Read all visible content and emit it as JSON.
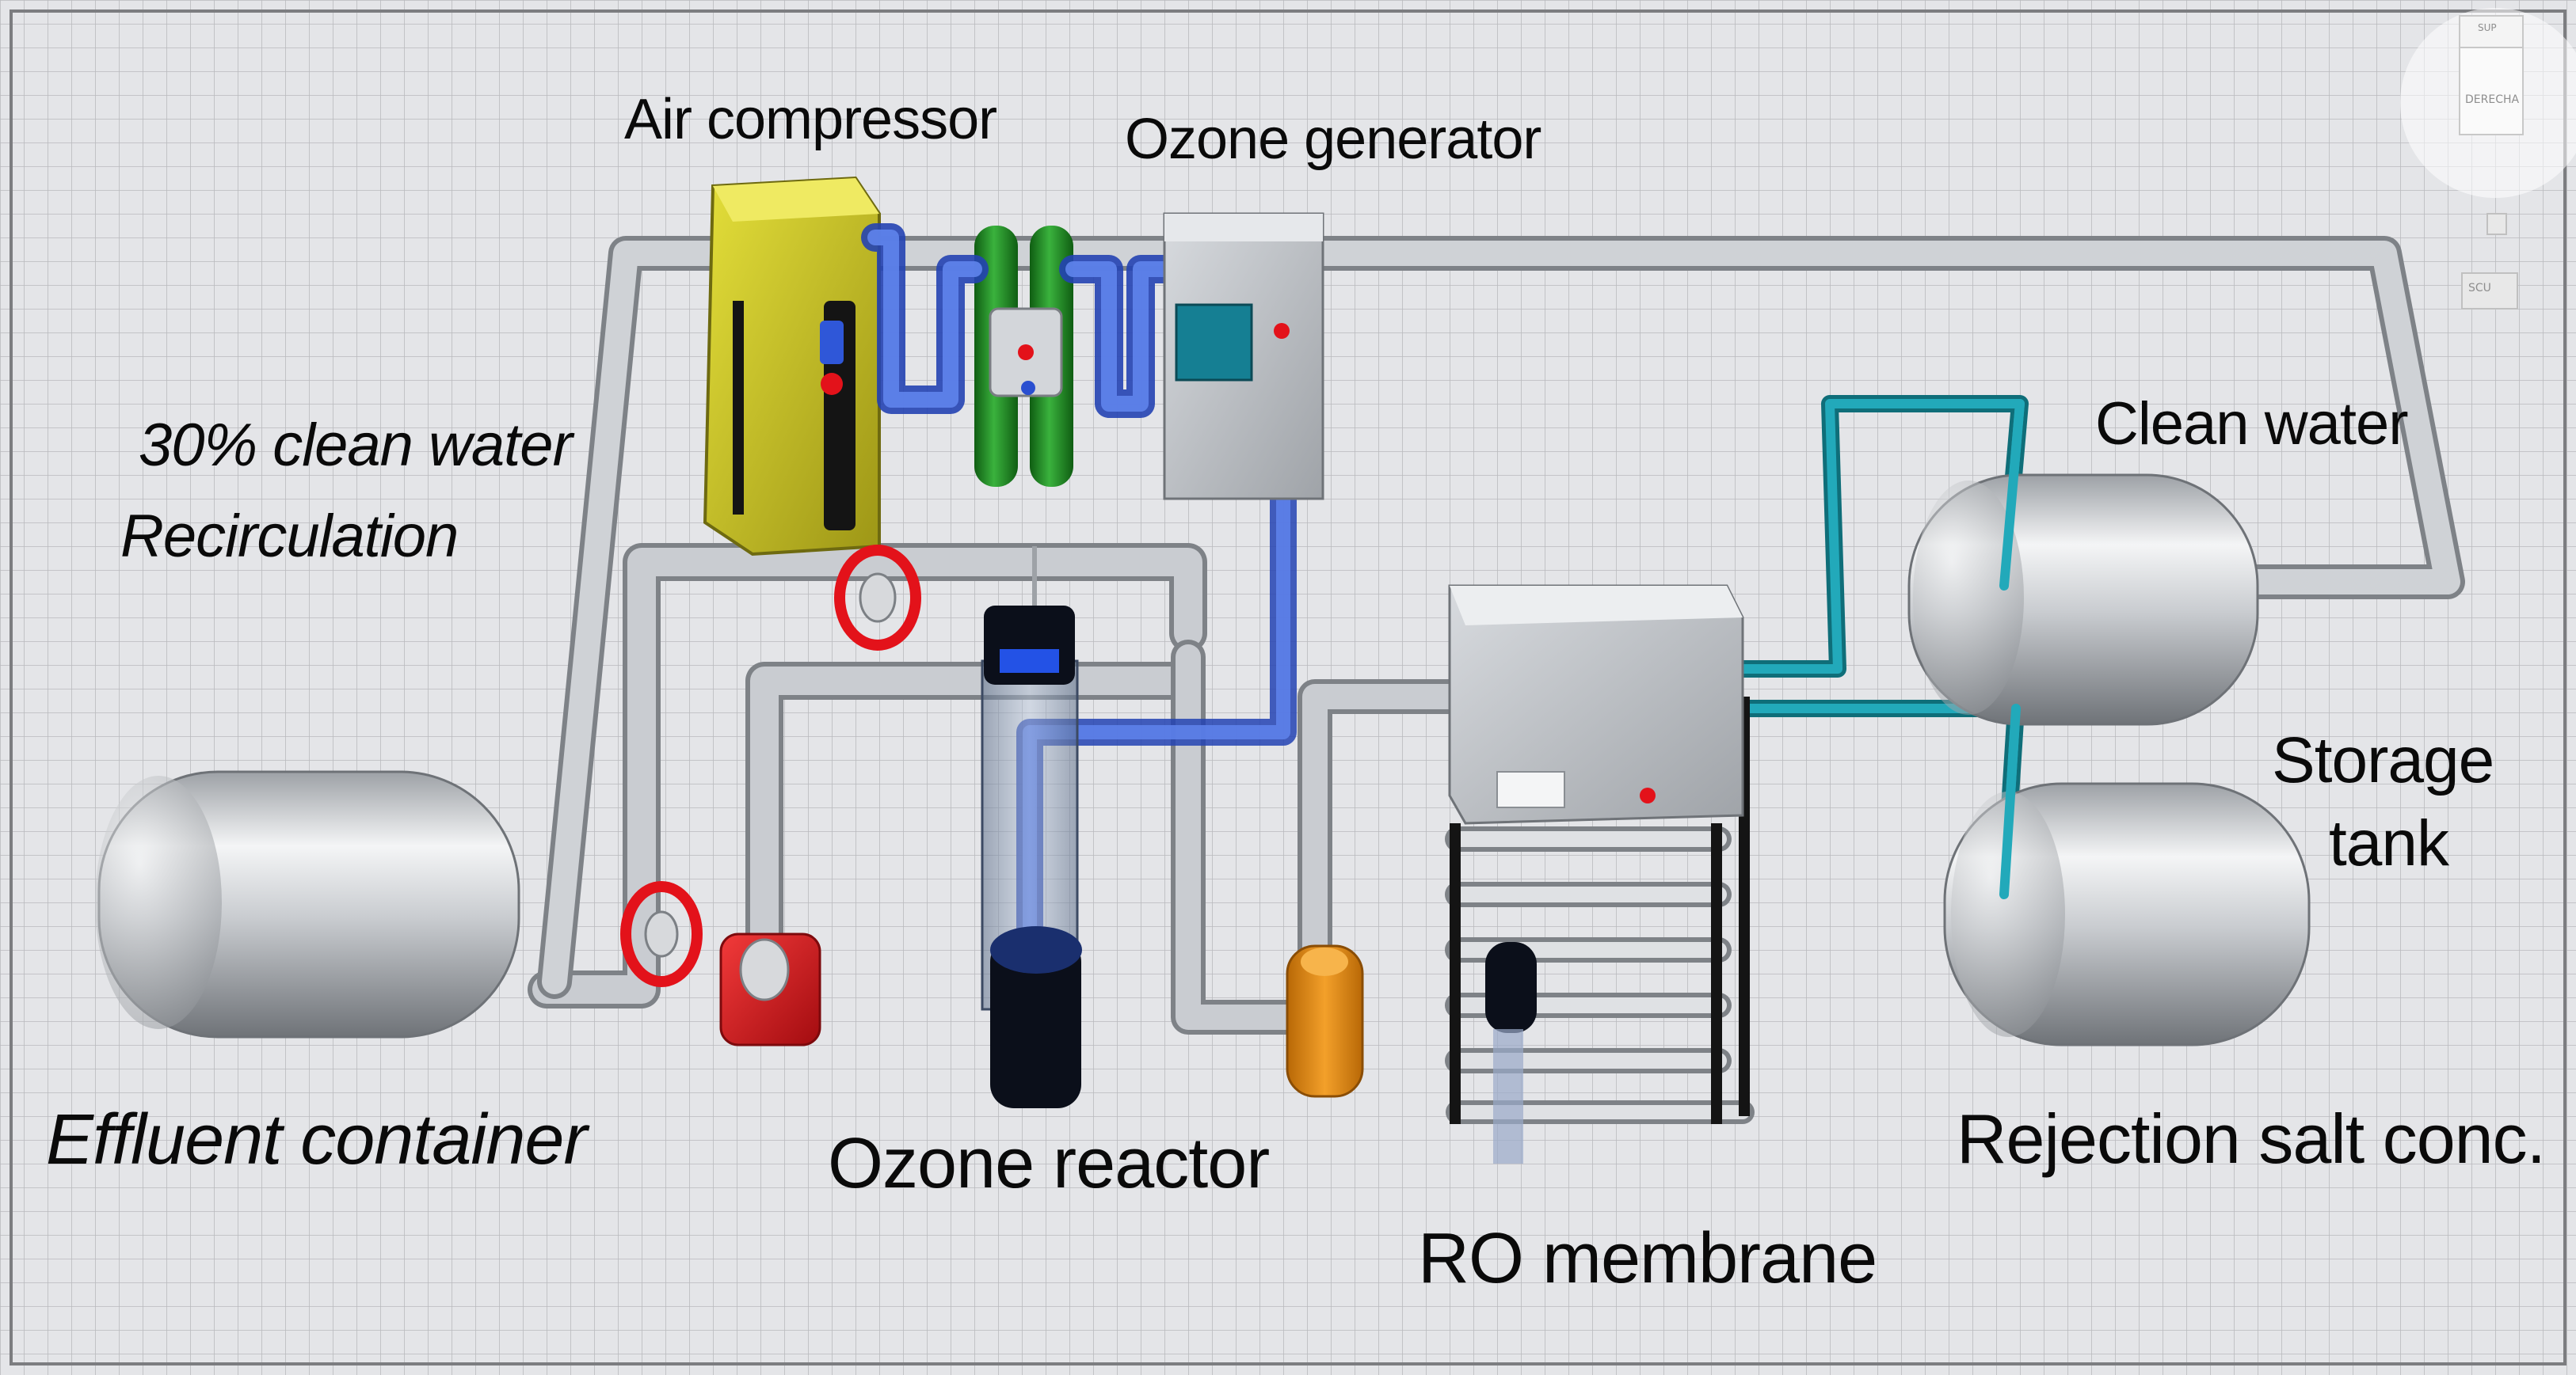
{
  "labels": {
    "air_compressor": "Air compressor",
    "ozone_generator": "Ozone generator",
    "recirculation_line1": "30% clean water",
    "recirculation_line2": "Recirculation",
    "clean_water": "Clean water",
    "storage_tank_line1": "Storage",
    "storage_tank_line2": "tank",
    "effluent_container": "Effluent container",
    "ozone_reactor": "Ozone reactor",
    "ro_membrane": "RO membrane",
    "rejection_salt": "Rejection salt conc."
  },
  "view_cube": {
    "face_label": "DERECHA",
    "top_mark": "SUP",
    "scale_label": "SCU"
  },
  "colors": {
    "grid_background": "#e3e3e5",
    "pipe_gray": "#c2c6cb",
    "ozone_pipe_blue": "#3a63dc",
    "membrane_pipe_teal": "#1a9aaa",
    "compressor_yellow": "#c9c322",
    "filter_green": "#1f8a22",
    "valve_red": "#e0161c",
    "pump_orange": "#e28a12",
    "reactor_dark": "#101726"
  }
}
